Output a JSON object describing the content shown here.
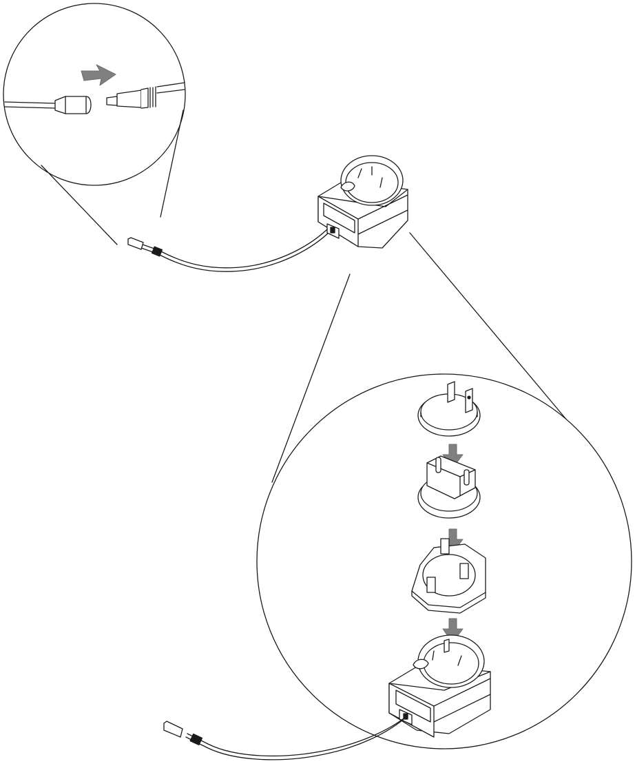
{
  "illustration": {
    "stroke_color": "#1a1a1a",
    "fill_color": "#ffffff",
    "arrow_color": "#808080",
    "callouts": [
      {
        "id": "dc-connector-detail",
        "action": "push-connect"
      },
      {
        "id": "plug-adapter-detail",
        "action": "slide-down-attach"
      }
    ],
    "plug_types": [
      "us-flat-pin-plug",
      "eu-round-pin-plug",
      "uk-three-pin-plug"
    ]
  }
}
